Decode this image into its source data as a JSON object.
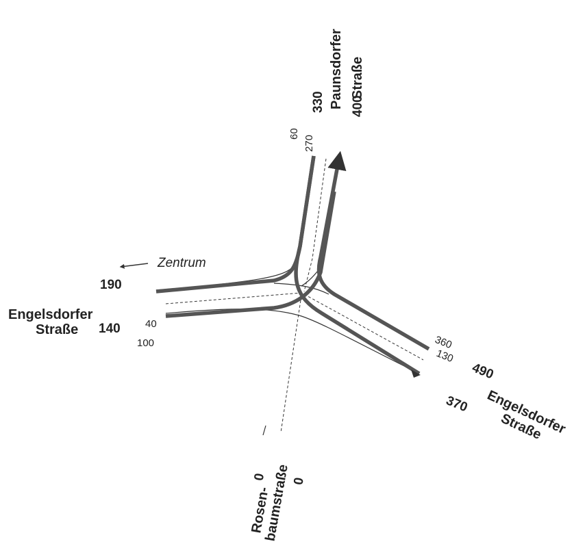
{
  "roads": {
    "paunsdorfer": {
      "line1": "Paunsdorfer",
      "line2": "Straße",
      "volume_in": "330",
      "volume_out": "400"
    },
    "engelsdorfer_west": {
      "line1": "Engelsdorfer",
      "line2": "Straße",
      "volume_out": "190",
      "volume_in": "140"
    },
    "engelsdorfer_east": {
      "line1": "Engelsdorfer",
      "line2": "Straße",
      "volume_out": "490",
      "volume_in": "370"
    },
    "rosenbaum": {
      "line1": "Rosen-",
      "line2": "baumstraße",
      "volume_a": "0",
      "volume_b": "0"
    }
  },
  "turn_volumes": {
    "north_left": "60",
    "north_right": "270",
    "west_upper": "40",
    "west_lower": "100",
    "east_upper": "360",
    "east_lower": "130"
  },
  "direction": {
    "label": "Zentrum",
    "arrow": "arrow-left"
  },
  "colors": {
    "flow": "#555555",
    "thin": "#333333",
    "text": "#222222"
  }
}
